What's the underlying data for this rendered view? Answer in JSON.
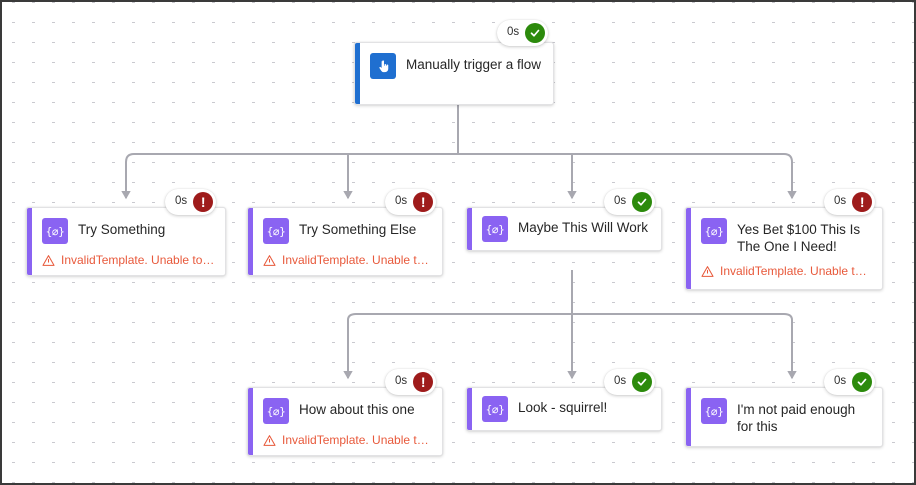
{
  "canvas": {
    "background_color": "#ffffff",
    "grid_dot_color": "#c9c9cf",
    "border_color": "#3a3a3a",
    "connector_color": "#a8a8b0"
  },
  "colors": {
    "trigger_accent": "#1f6fd0",
    "action_accent": "#8a63f2",
    "success": "#2c8a0c",
    "failure": "#9e1b1b",
    "error_text": "#e8593b",
    "title_text": "#262626"
  },
  "icons": {
    "trigger": "hand-pointer-icon",
    "action": "expression-braces-icon",
    "success": "check-circle-icon",
    "failure": "exclamation-circle-icon",
    "error": "warning-triangle-icon"
  },
  "nodes": [
    {
      "id": "manually-trigger-a-flow",
      "title": "Manually trigger a flow",
      "kind": "trigger",
      "duration": "0s",
      "status": "succeeded",
      "error": null
    },
    {
      "id": "try-something",
      "title": "Try Something",
      "kind": "action",
      "duration": "0s",
      "status": "failed",
      "error": "InvalidTemplate. Unable to ..."
    },
    {
      "id": "try-something-else",
      "title": "Try Something Else",
      "kind": "action",
      "duration": "0s",
      "status": "failed",
      "error": "InvalidTemplate. Unable to ..."
    },
    {
      "id": "maybe-this-will-work",
      "title": "Maybe This Will Work",
      "kind": "action",
      "duration": "0s",
      "status": "succeeded",
      "error": null
    },
    {
      "id": "yes-bet-100-this-is-the-one-i-need",
      "title": "Yes Bet $100 This Is The One I Need!",
      "kind": "action",
      "duration": "0s",
      "status": "failed",
      "error": "InvalidTemplate. Unable to ..."
    },
    {
      "id": "how-about-this-one",
      "title": "How about this one",
      "kind": "action",
      "duration": "0s",
      "status": "failed",
      "error": "InvalidTemplate. Unable to ..."
    },
    {
      "id": "look-squirrel",
      "title": "Look - squirrel!",
      "kind": "action",
      "duration": "0s",
      "status": "succeeded",
      "error": null
    },
    {
      "id": "im-not-paid-enough-for-this",
      "title": "I'm not paid enough for this",
      "kind": "action",
      "duration": "0s",
      "status": "succeeded",
      "error": null
    }
  ]
}
